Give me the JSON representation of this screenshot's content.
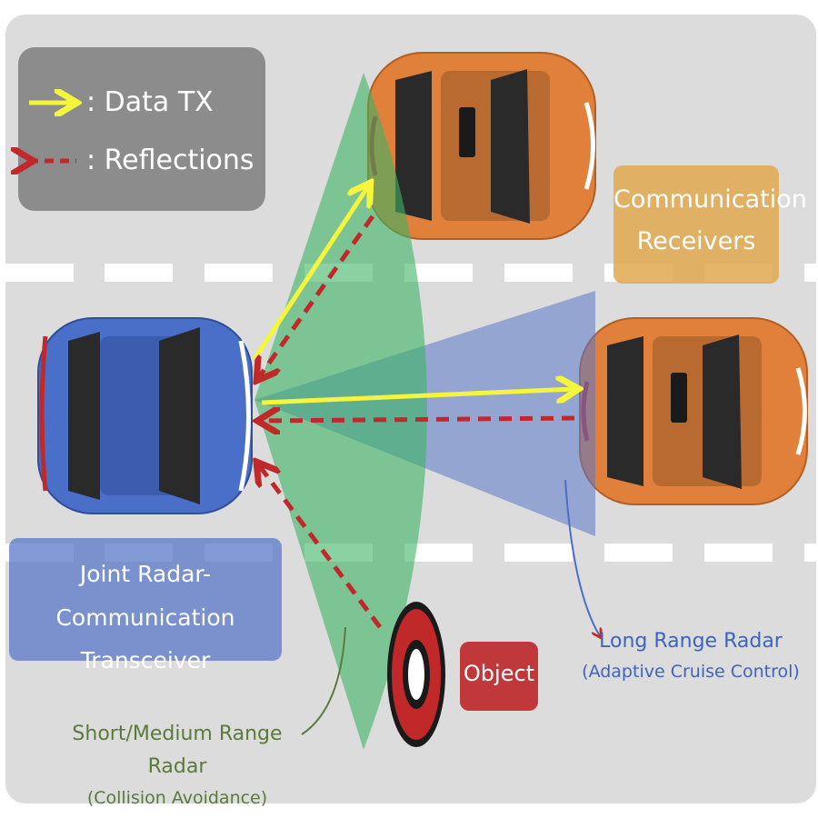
{
  "legend": {
    "items": [
      {
        "label": "Data TX",
        "color": "#f5f53c",
        "style": "solid-arrow"
      },
      {
        "label": "Reflections",
        "color": "#c0282a",
        "style": "dashed-arrow"
      }
    ],
    "separator": ":"
  },
  "labels": {
    "receivers": {
      "line1": "Communication",
      "line2": "Receivers"
    },
    "transceiver": {
      "line1": "Joint Radar-Communication",
      "line2": "Transceiver"
    },
    "object": "Object",
    "long_range": {
      "line1": "Long Range Radar",
      "line2": "(Adaptive Cruise Control)"
    },
    "short_range": {
      "line1": "Short/Medium Range Radar",
      "line2": "(Collision Avoidance)"
    }
  },
  "colors": {
    "road": "#dcdcdc",
    "blue_car": "#4a6fc8",
    "orange_car": "#e0803a",
    "green_beam": "#3cb464",
    "blue_beam": "#5a78c8",
    "data_tx": "#f5f53c",
    "reflection": "#c0282a"
  }
}
